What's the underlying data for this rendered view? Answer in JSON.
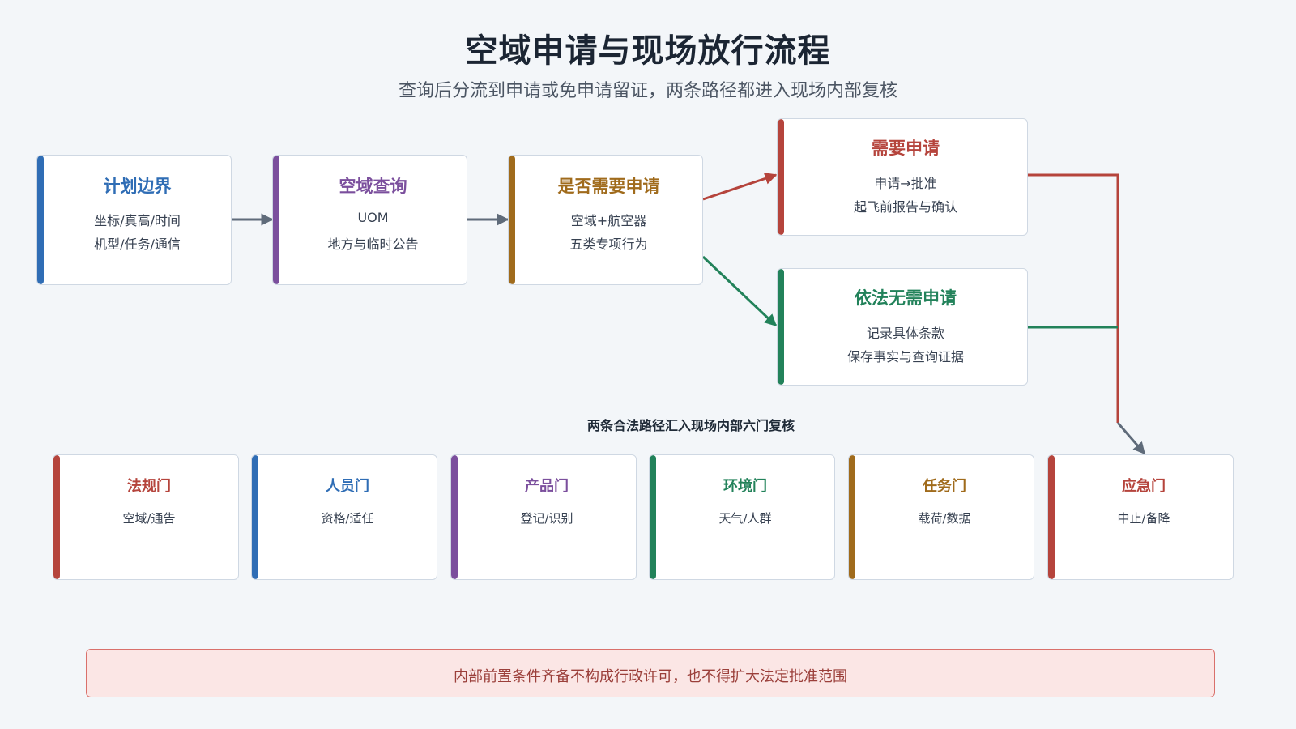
{
  "title": "空域申请与现场放行流程",
  "subtitle": "查询后分流到申请或免申请留证，两条路径都进入现场内部复核",
  "colors": {
    "blue": "#2f6db5",
    "purple": "#7b4f9d",
    "gold": "#a06b1c",
    "red": "#b5443c",
    "green": "#22825a",
    "arrow_gray": "#5f6b7a"
  },
  "flow": {
    "plan": {
      "title": "计划边界",
      "lines": [
        "坐标/真高/时间",
        "机型/任务/通信"
      ]
    },
    "query": {
      "title": "空域查询",
      "lines": [
        "UOM",
        "地方与临时公告"
      ]
    },
    "decision": {
      "title": "是否需要申请",
      "lines": [
        "空域+航空器",
        "五类专项行为"
      ]
    },
    "apply": {
      "title": "需要申请",
      "lines": [
        "申请→批准",
        "起飞前报告与确认"
      ]
    },
    "exempt": {
      "title": "依法无需申请",
      "lines": [
        "记录具体条款",
        "保存事实与查询证据"
      ]
    }
  },
  "merge_label": "两条合法路径汇入现场内部六门复核",
  "gates": [
    {
      "title": "法规门",
      "desc": "空域/通告"
    },
    {
      "title": "人员门",
      "desc": "资格/适任"
    },
    {
      "title": "产品门",
      "desc": "登记/识别"
    },
    {
      "title": "环境门",
      "desc": "天气/人群"
    },
    {
      "title": "任务门",
      "desc": "载荷/数据"
    },
    {
      "title": "应急门",
      "desc": "中止/备降"
    }
  ],
  "notice": "内部前置条件齐备不构成行政许可，也不得扩大法定批准范围"
}
